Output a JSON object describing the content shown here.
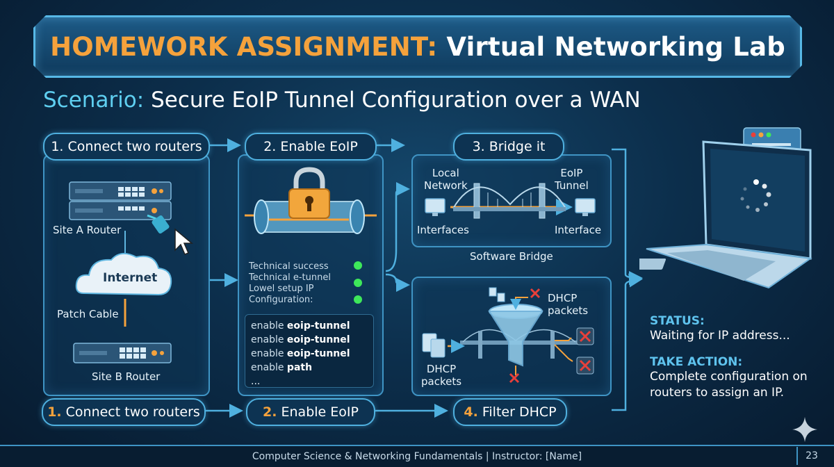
{
  "title": {
    "prefix": "HOMEWORK ASSIGNMENT:",
    "main": "Virtual Networking Lab"
  },
  "scenario": {
    "prefix": "Scenario:",
    "text": "Secure EoIP Tunnel Configuration over a WAN"
  },
  "steps_top": {
    "step1": "1. Connect two routers",
    "step2": "2. Enable EoIP",
    "step3": "3. Bridge it"
  },
  "steps_bottom": {
    "step1_num": "1.",
    "step1_text": "Connect two routers",
    "step2_num": "2.",
    "step2_text": "Enable EoIP",
    "step4_num": "4.",
    "step4_text": "Filter DHCP"
  },
  "panel1": {
    "site_a": "Site A Router",
    "internet": "Internet",
    "patch_cable": "Patch Cable",
    "site_b": "Site B Router"
  },
  "panel2": {
    "status_lines": [
      "Technical success",
      "Technical e-tunnel",
      "Lowel setup IP",
      "Configuration:"
    ],
    "commands": [
      {
        "kw": "enable",
        "arg": "eoip-tunnel"
      },
      {
        "kw": "enable",
        "arg": "eoip-tunnel"
      },
      {
        "kw": "enable",
        "arg": "eoip-tunnel"
      },
      {
        "kw": "enable",
        "arg": "path"
      }
    ],
    "ellipsis": "..."
  },
  "panel3": {
    "local_network": "Local\nNetwork",
    "eoip_tunnel": "EoIP\nTunnel",
    "interfaces": "Interfaces",
    "interface": "Interface",
    "software_bridge": "Software Bridge"
  },
  "panel4": {
    "dhcp_top": "DHCP\npackets",
    "dhcp_left": "DHCP\npackets"
  },
  "status": {
    "status_heading": "STATUS:",
    "status_text": "Waiting for IP address...",
    "action_heading": "TAKE ACTION:",
    "action_text": "Complete configuration on routers to assign an IP."
  },
  "footer": {
    "text": "Computer Science & Networking Fundamentals | Instructor: [Name]",
    "page": "23"
  },
  "colors": {
    "accent_orange": "#f5a23c",
    "accent_cyan": "#5fcff0",
    "led_green": "#3ee85a",
    "error_red": "#e8403a"
  }
}
